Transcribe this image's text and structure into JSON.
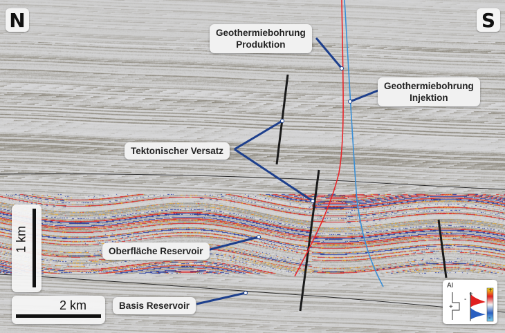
{
  "compass": {
    "left": "N",
    "right": "S"
  },
  "labels": {
    "well_production": "Geothermiebohrung\nProduktion",
    "well_injection": "Geothermiebohrung\nInjektion",
    "fault": "Tektonischer Versatz",
    "reservoir_top": "Oberfläche Reservoir",
    "reservoir_base": "Basis Reservoir"
  },
  "scale": {
    "vertical": "1 km",
    "horizontal": "2 km"
  },
  "legend": {
    "title": "AI",
    "plus": "+",
    "minus": "-"
  },
  "colors": {
    "well_production": "#e8262b",
    "well_injection": "#3a8fd6",
    "leader": "#1d3f8c",
    "fault": "#1a1a1a"
  }
}
